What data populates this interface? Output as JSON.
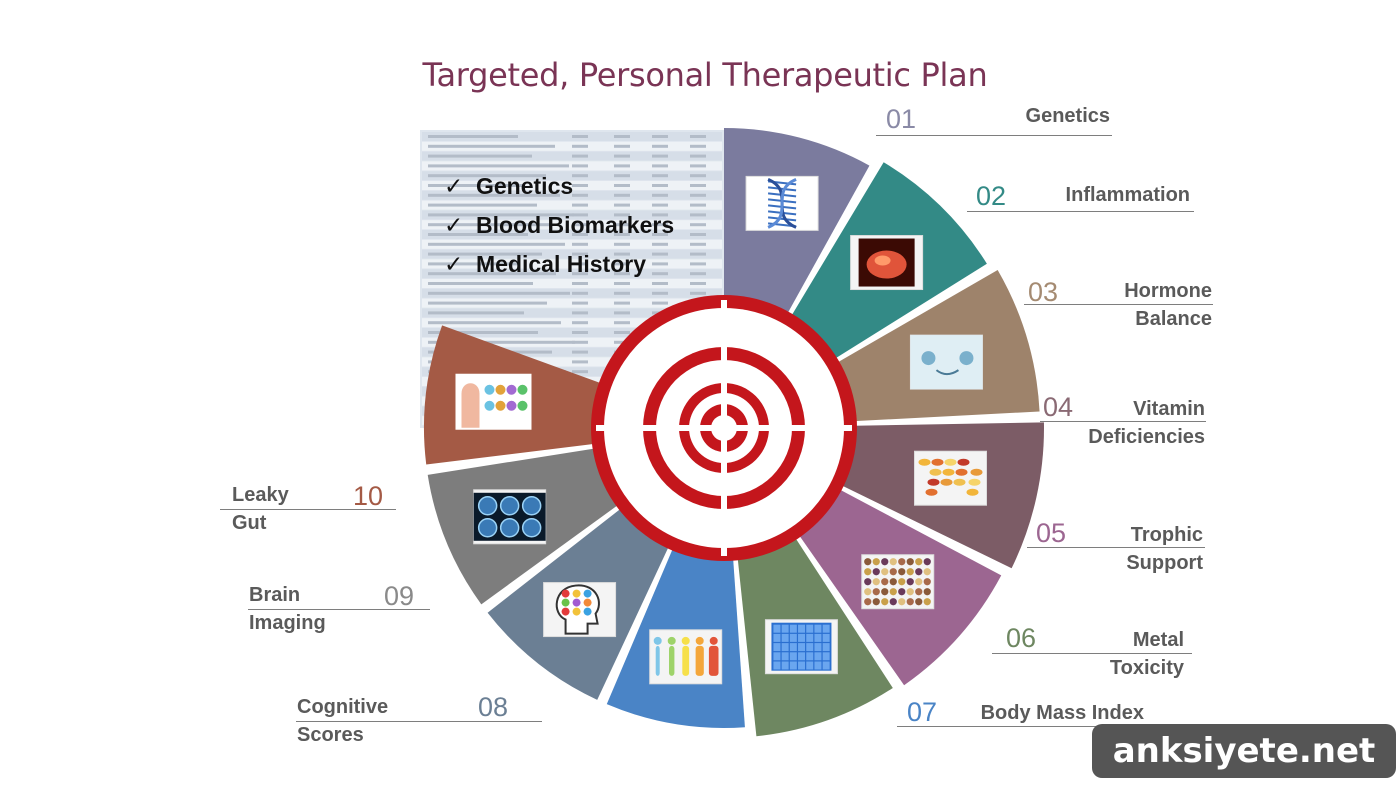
{
  "title": "Targeted, Personal Therapeutic Plan",
  "checklist": [
    {
      "mark": "✓",
      "text": "Genetics"
    },
    {
      "mark": "✓",
      "text": "Blood Biomarkers"
    },
    {
      "mark": "✓",
      "text": "Medical History"
    }
  ],
  "segments": [
    {
      "number": "01",
      "label": "Genetics",
      "color": "#7b7b9e",
      "icon": "dna-icon"
    },
    {
      "number": "02",
      "label": "Inflammation",
      "color": "#338a86",
      "icon": "inflamed-stomach-icon"
    },
    {
      "number": "03",
      "label": "Hormone\nBalance",
      "color": "#9e836b",
      "icon": "hormone-molecule-icon"
    },
    {
      "number": "04",
      "label": "Vitamin\nDeficiencies",
      "color": "#7c5c66",
      "icon": "vitamin-pills-icon"
    },
    {
      "number": "05",
      "label": "Trophic\nSupport",
      "color": "#9c6691",
      "icon": "trophic-grid-icon"
    },
    {
      "number": "06",
      "label": "Metal\nToxicity",
      "color": "#6e8761",
      "icon": "periodic-table-icon"
    },
    {
      "number": "07",
      "label": "Body Mass Index\n(BMI)",
      "color": "#4a84c6",
      "icon": "body-silhouettes-icon"
    },
    {
      "number": "08",
      "label": "Cognitive\nScores",
      "color": "#6b7f94",
      "icon": "brain-head-icon"
    },
    {
      "number": "09",
      "label": "Brain\nImaging",
      "color": "#7d7d7d",
      "icon": "brain-scan-icon"
    },
    {
      "number": "10",
      "label": "Leaky\nGut",
      "color": "#a45a45",
      "icon": "gut-cells-icon"
    }
  ],
  "target_color": "#c4161c",
  "watermark": "anksiyete.net"
}
